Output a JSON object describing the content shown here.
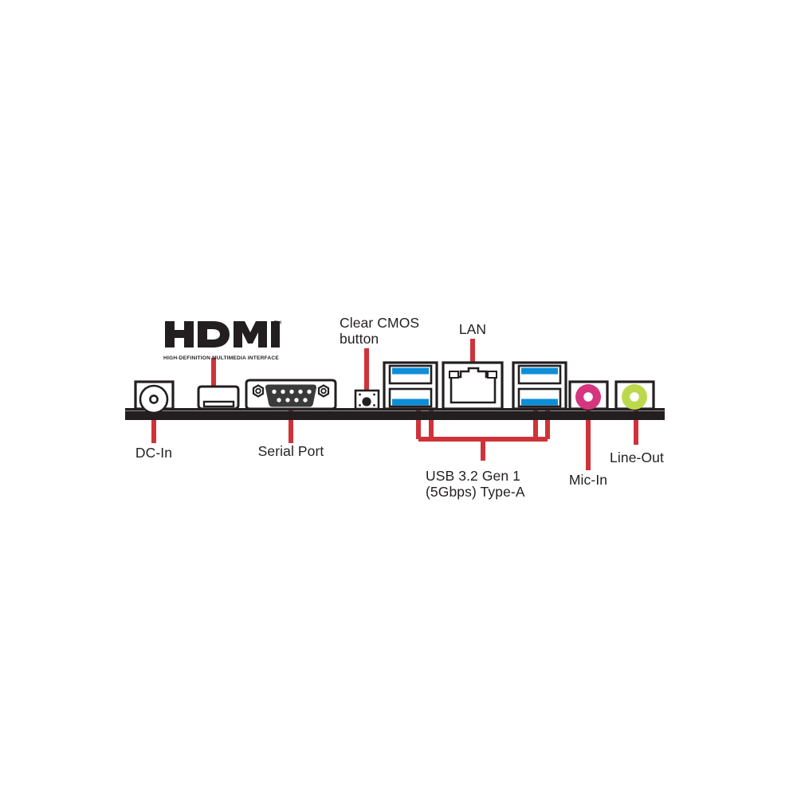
{
  "figure": {
    "kind": "rear-io-panel-diagram",
    "background_color": "#ffffff",
    "line_color": "#231f20",
    "callout_color": "#cf3339"
  },
  "logos": {
    "hdmi": {
      "wordmark": "HDMI",
      "trademark": "TM",
      "tagline": "HIGH-DEFINITION MULTIMEDIA INTERFACE"
    }
  },
  "labels": {
    "clear_cmos": "Clear CMOS\nbutton",
    "lan": "LAN",
    "dc_in": "DC-In",
    "serial_port": "Serial Port",
    "usb": "USB 3.2 Gen 1\n(5Gbps) Type-A",
    "mic_in": "Mic-In",
    "line_out": "Line-Out"
  },
  "ports": [
    {
      "id": "dc-in",
      "name": "DC-In",
      "label": "DC-In",
      "type": "barrel-power-jack",
      "count": 1
    },
    {
      "id": "hdmi",
      "name": "HDMI",
      "label": "HDMI",
      "type": "hdmi",
      "count": 1
    },
    {
      "id": "serial",
      "name": "Serial Port",
      "label": "Serial Port",
      "type": "db9-serial",
      "count": 1,
      "pins": 9
    },
    {
      "id": "clear-cmos",
      "name": "Clear CMOS button",
      "label": "Clear CMOS button",
      "type": "button",
      "count": 1
    },
    {
      "id": "usb-stack-1",
      "name": "USB 3.2 Gen 1 (5Gbps) Type-A",
      "label": "USB 3.2 Gen 1 (5Gbps) Type-A",
      "type": "usb-a-3.2-gen1",
      "count": 2,
      "insert_color": "#0c8ed9"
    },
    {
      "id": "lan",
      "name": "LAN",
      "label": "LAN",
      "type": "rj45",
      "count": 1
    },
    {
      "id": "usb-stack-2",
      "name": "USB 3.2 Gen 1 (5Gbps) Type-A",
      "label": "USB 3.2 Gen 1 (5Gbps) Type-A",
      "type": "usb-a-3.2-gen1",
      "count": 2,
      "insert_color": "#0c8ed9"
    },
    {
      "id": "mic-in",
      "name": "Mic-In",
      "label": "Mic-In",
      "type": "audio-jack",
      "count": 1,
      "jack_color": "#d6357f"
    },
    {
      "id": "line-out",
      "name": "Line-Out",
      "label": "Line-Out",
      "type": "audio-jack",
      "count": 1,
      "jack_color": "#bcd94e"
    }
  ],
  "colors": {
    "callout_red": "#cf3339",
    "usb_blue": "#0c8ed9",
    "mic_pink": "#d6357f",
    "line_out_green": "#bcd94e",
    "ink": "#231f20",
    "serial_body": "#3a3a3a"
  }
}
